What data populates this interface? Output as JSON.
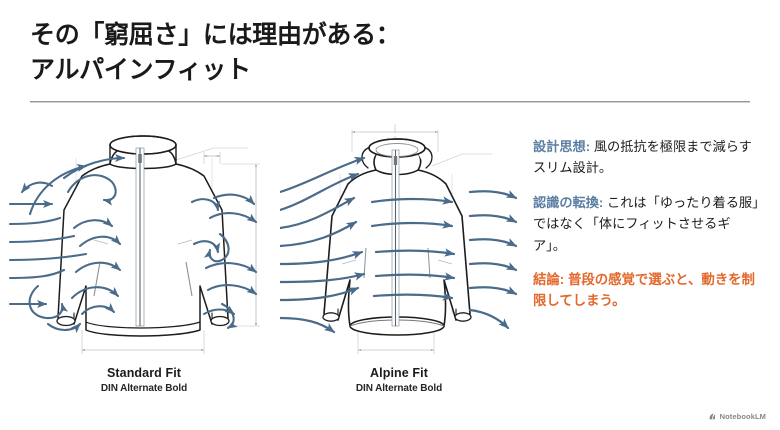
{
  "slide": {
    "background_color": "#ffffff",
    "title": {
      "line1": "その「窮屈さ」には理由がある：",
      "line2": "アルパインフィット",
      "color": "#1a1a1a"
    },
    "divider_color": "#9a9a9a"
  },
  "figures": {
    "standard": {
      "caption_main": "Standard Fit",
      "caption_sub": "DIN Alternate Bold",
      "airflow": "turbulent",
      "line_color": "#1d1d1d",
      "arrow_color": "#4a6b8a"
    },
    "alpine": {
      "caption_main": "Alpine Fit",
      "caption_sub": "DIN Alternate Bold",
      "airflow": "laminar",
      "line_color": "#1d1d1d",
      "arrow_color": "#4a6b8a"
    }
  },
  "text_panel": {
    "paragraphs": [
      {
        "label": "設計思想:",
        "label_color": "#5d7fa3",
        "body": " 風の抵抗を極限まで減らすスリム設計。",
        "body_color": "#1d1d1d"
      },
      {
        "label": "認識の転換:",
        "label_color": "#5d7fa3",
        "body": " これは「ゆったり着る服」ではなく「体にフィットさせるギア」。",
        "body_color": "#1d1d1d"
      },
      {
        "label": "結論:",
        "label_color": "#e2682c",
        "body": " 普段の感覚で選ぶと、動きを制限してしまう。",
        "body_color": "#e2682c",
        "accent": true
      }
    ]
  },
  "watermark": {
    "icon": "notebooklm-icon",
    "text": "NotebookLM"
  }
}
